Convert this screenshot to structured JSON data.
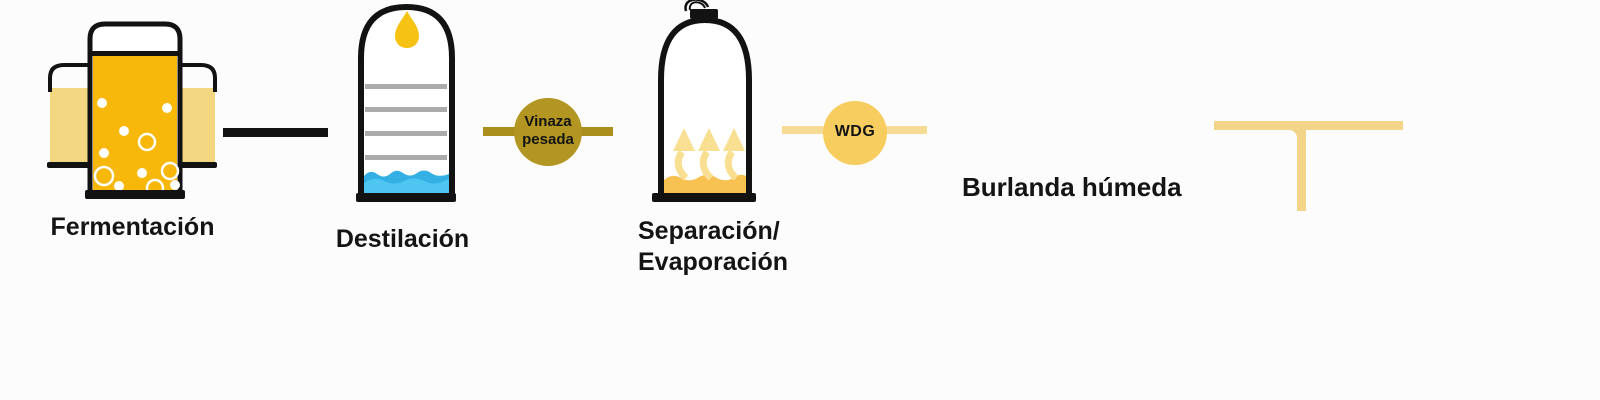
{
  "stages": {
    "fermentation": {
      "label": "Fermentación"
    },
    "distillation": {
      "label": "Destilación"
    },
    "separation": {
      "label_line1": "Separación/",
      "label_line2": "Evaporación"
    },
    "wet_grains": {
      "label": "Burlanda húmeda"
    }
  },
  "flow_nodes": {
    "vinaza": {
      "label_line1": "Vinaza",
      "label_line2": "pesada"
    },
    "wdg": {
      "label": "WDG"
    }
  },
  "colors": {
    "ink": "#121212",
    "gold": "#F7B80A",
    "pale_gold": "#F3D780",
    "dark_gold": "#B29621",
    "dark_gold_line": "#AB8F1C",
    "gold_circle": "#F6CD5E",
    "light_gold_line": "#F5DB94",
    "pipe_tee_gold": "#F2D588",
    "steam": "#F8DF92",
    "amber": "#F8C253",
    "water": "#4FC6F2",
    "water_dark": "#35B0E5",
    "tray_gray": "#ABABAB",
    "droplet_gold": "#F6C213",
    "bubble_white": "#FFFFFF",
    "background": "#FCFCFC"
  }
}
